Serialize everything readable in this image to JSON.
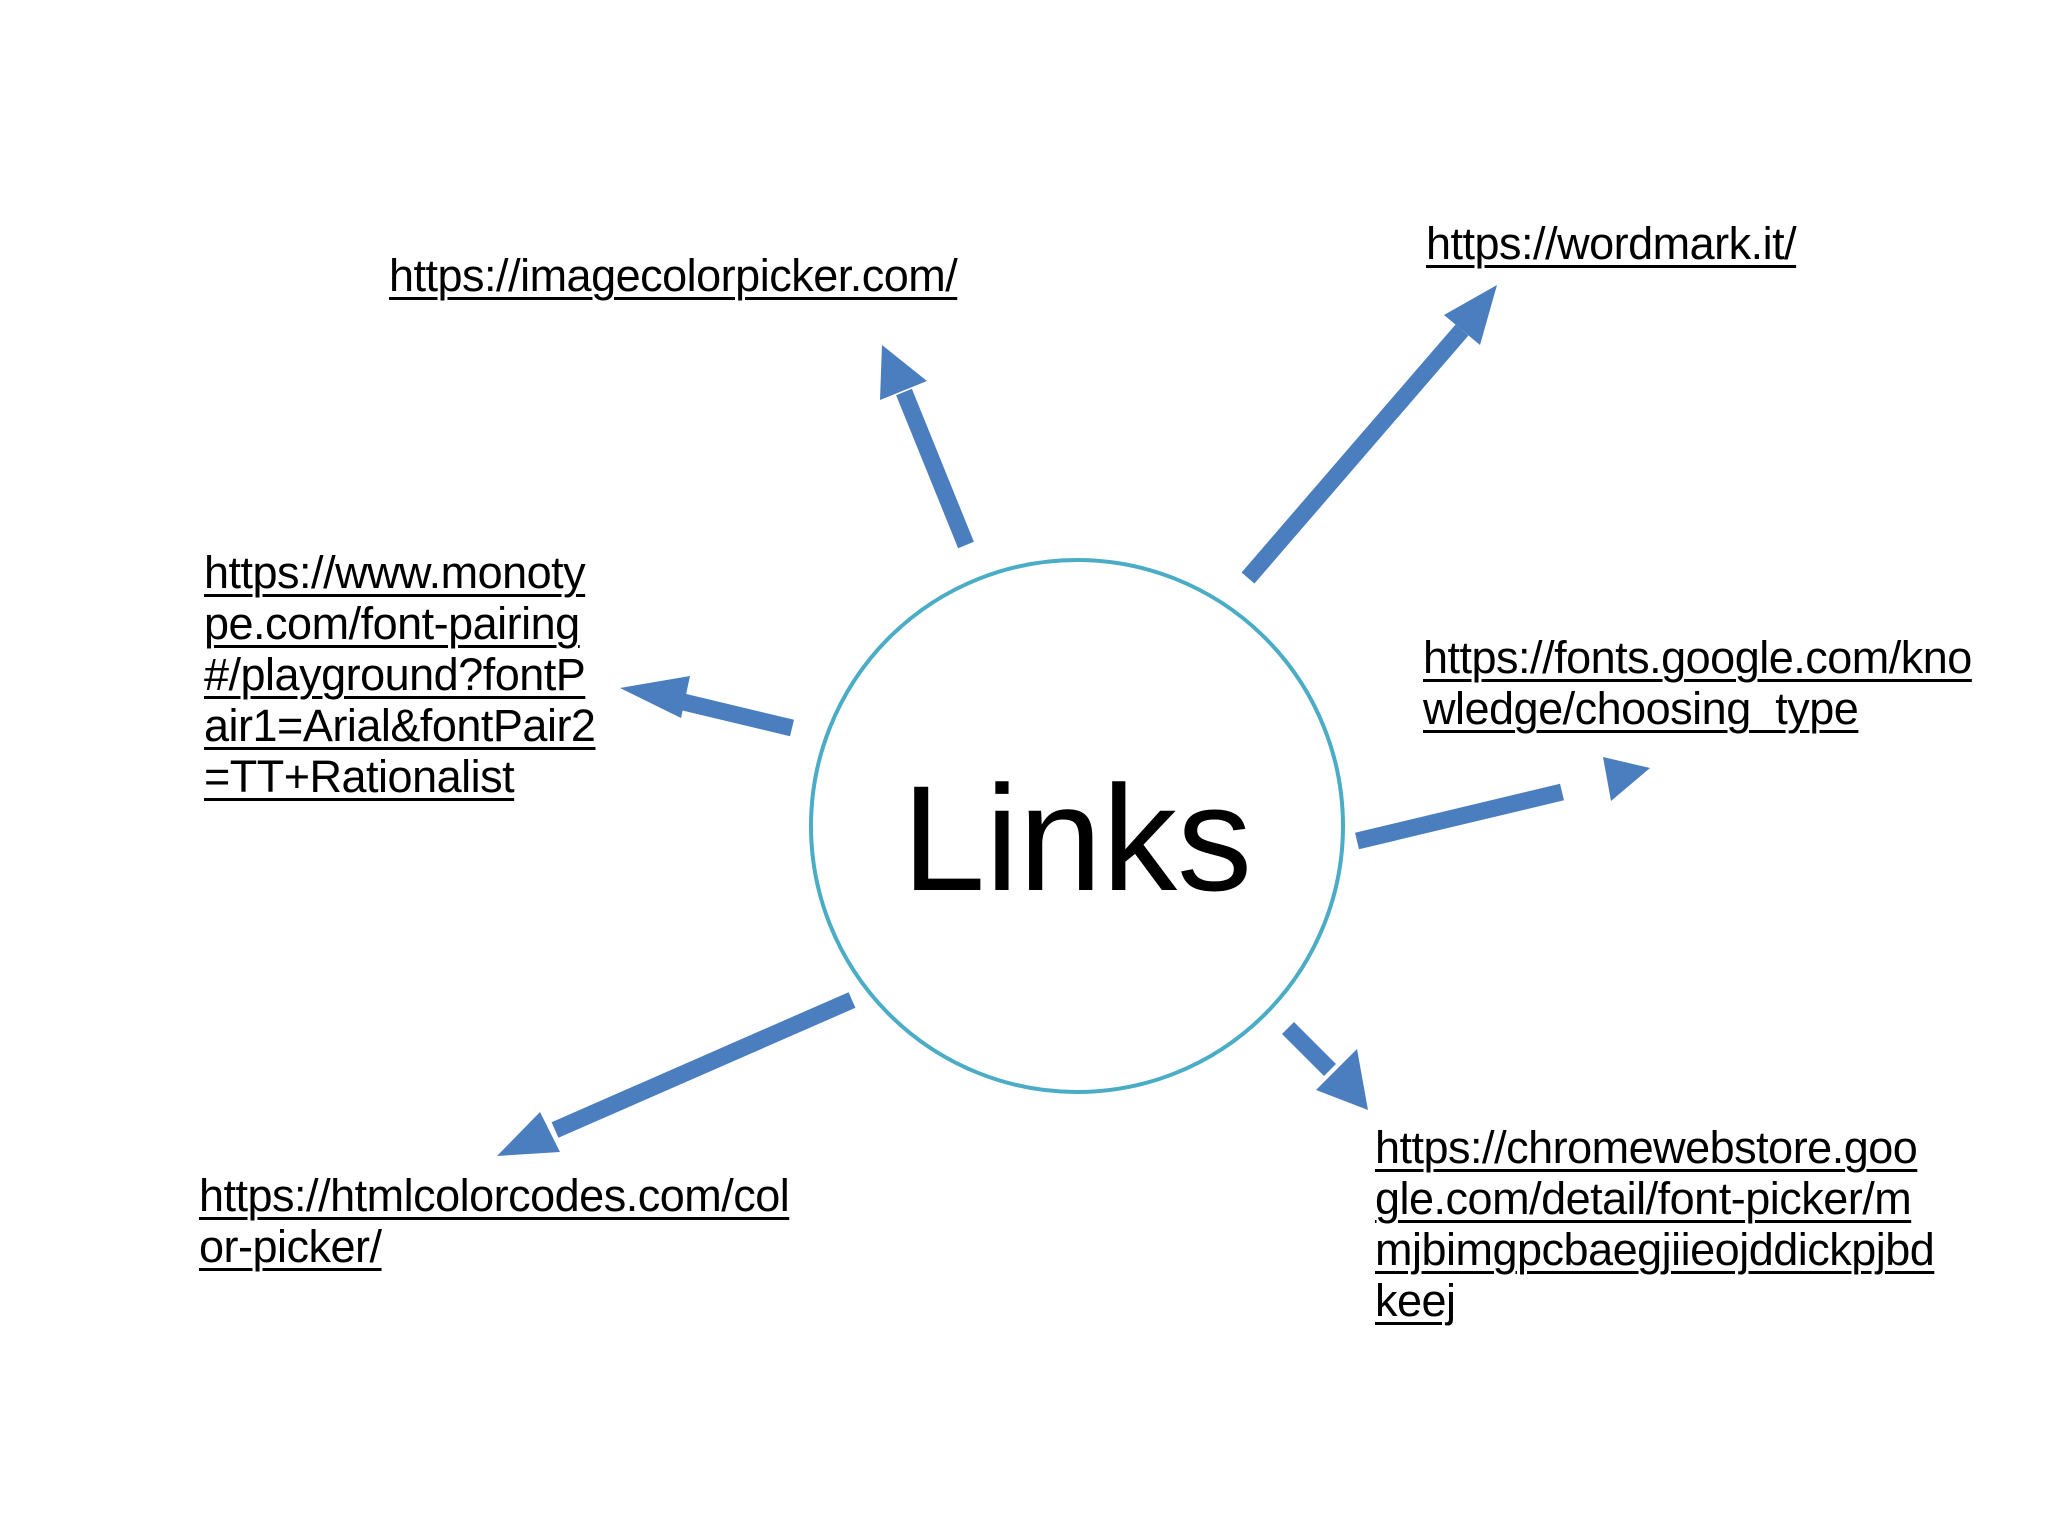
{
  "hub": {
    "label": "Links",
    "ring_color": "#4bacc6"
  },
  "arrow_color": "#4a7ebf",
  "links": {
    "imagecolorpicker": "https://imagecolorpicker.com/",
    "wordmark": "https://wordmark.it/",
    "monotype": "https://www.monotype.com/font-pairing#/playground?fontPair1=Arial&fontPair2=TT+Rationalist",
    "googlefonts": "https://fonts.google.com/knowledge/choosing_type",
    "htmlcolorcodes": "https://htmlcolorcodes.com/color-picker/",
    "chromewebstore": "https://chromewebstore.google.com/detail/font-picker/mmjbimgpcbaegjiieojddickpjbdkeej"
  }
}
